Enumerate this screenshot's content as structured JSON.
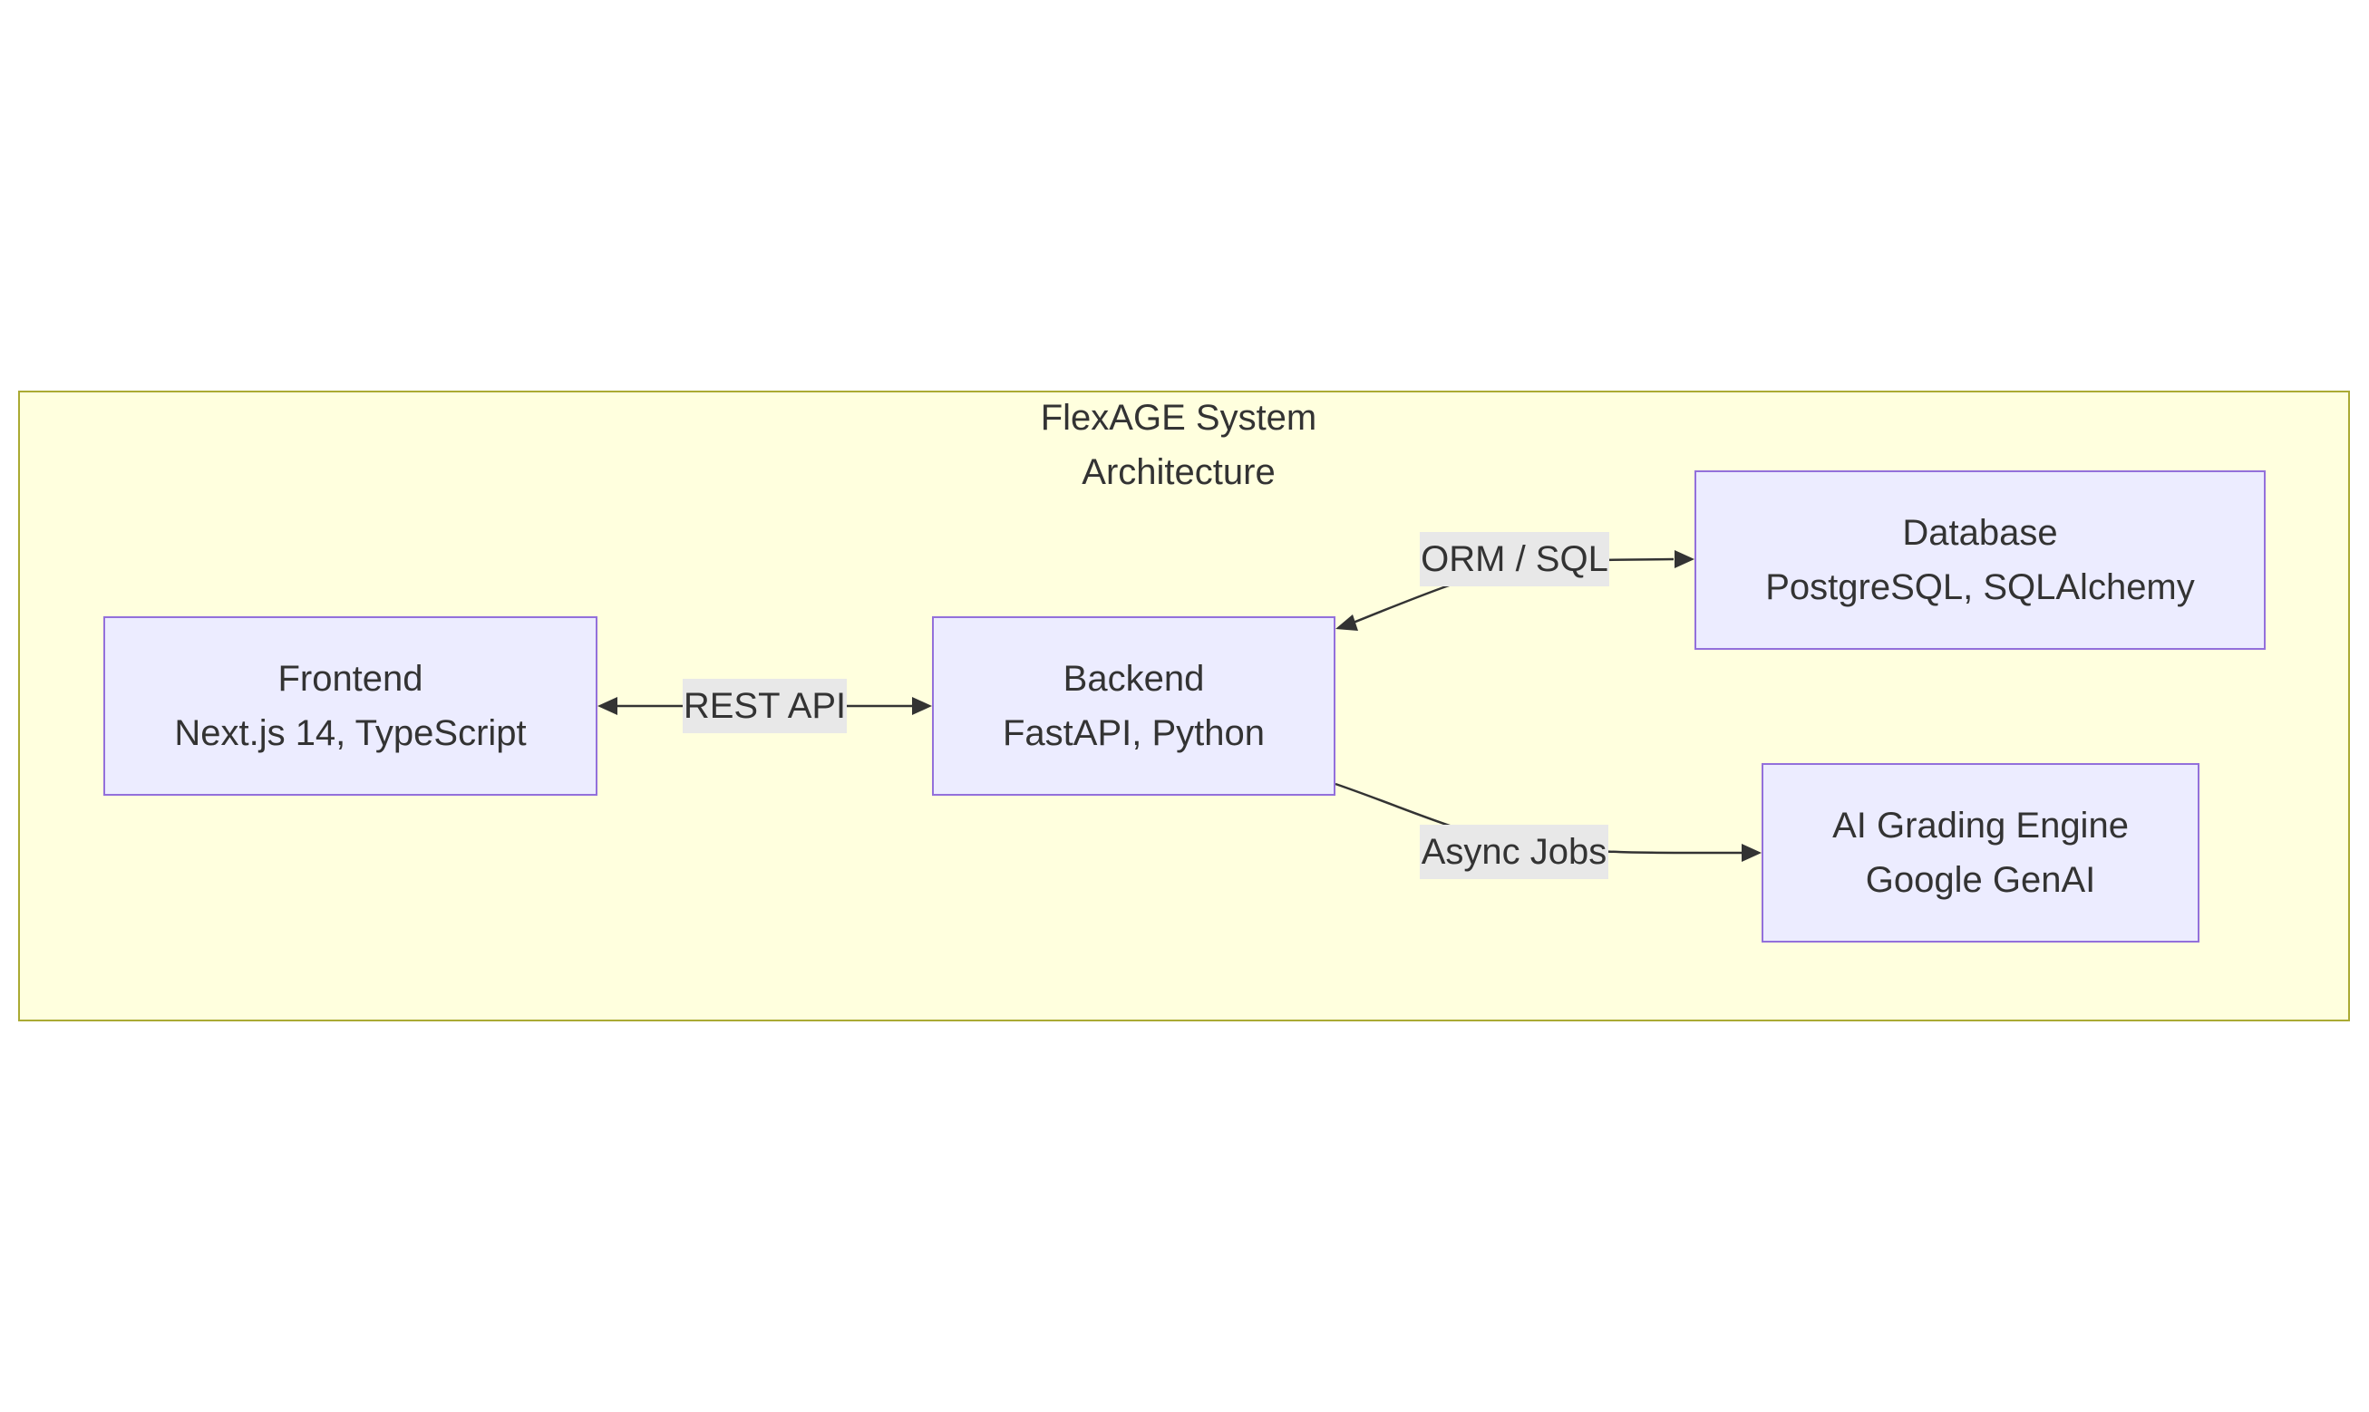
{
  "diagram": {
    "group": {
      "title_line1": "FlexAGE System",
      "title_line2": "Architecture"
    },
    "nodes": {
      "frontend": {
        "name": "Frontend",
        "detail": "Next.js 14, TypeScript"
      },
      "backend": {
        "name": "Backend",
        "detail": "FastAPI, Python"
      },
      "database": {
        "name": "Database",
        "detail": "PostgreSQL, SQLAlchemy"
      },
      "ai_engine": {
        "name": "AI Grading Engine",
        "detail": "Google GenAI"
      }
    },
    "edges": {
      "frontend_backend": "REST API",
      "backend_database": "ORM / SQL",
      "backend_ai": "Async Jobs"
    },
    "colors": {
      "group_fill": "#ffffde",
      "group_stroke": "#aaaa33",
      "node_fill": "#ececff",
      "node_stroke": "#9370db",
      "edge": "#333333",
      "label_bg": "#e8e8e8"
    }
  }
}
